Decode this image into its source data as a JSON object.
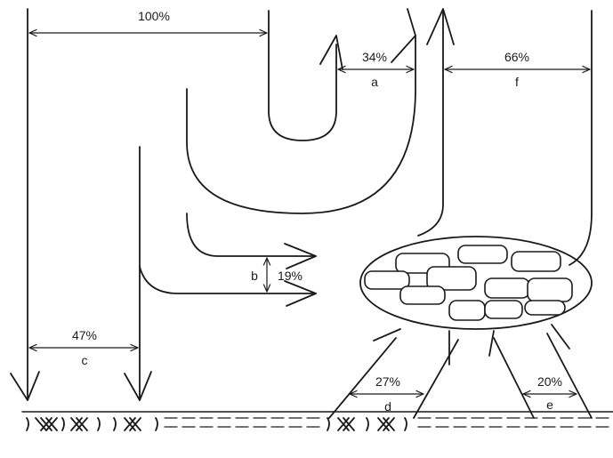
{
  "labels": {
    "total": "100%",
    "a_pct": "34%",
    "a": "a",
    "f_pct": "66%",
    "f": "f",
    "b": "b",
    "b_pct": "19%",
    "c_pct": "47%",
    "c": "c",
    "d_pct": "27%",
    "d": "d",
    "e_pct": "20%",
    "e": "e"
  }
}
